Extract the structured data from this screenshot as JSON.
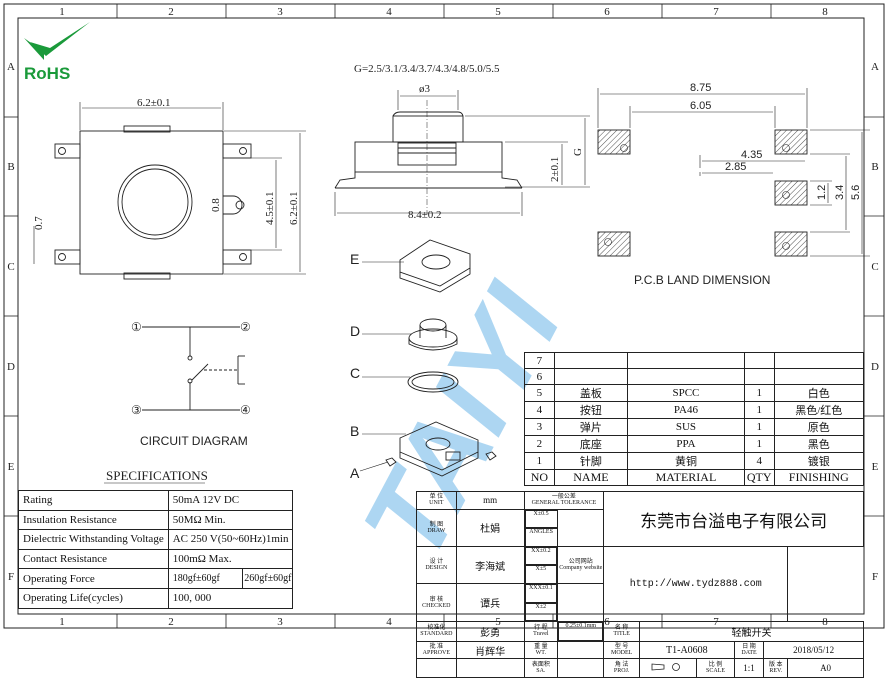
{
  "border": {
    "columns": [
      "1",
      "2",
      "3",
      "4",
      "5",
      "6",
      "7",
      "8"
    ],
    "rows": [
      "A",
      "B",
      "C",
      "D",
      "E",
      "F"
    ]
  },
  "logo": {
    "text": "RoHS",
    "color": "#1a9a3a"
  },
  "watermark": {
    "text": "TAIYI"
  },
  "colors": {
    "line": "#222222",
    "watermark": "#6ab4e8",
    "rohs": "#1a9a3a"
  },
  "top_view": {
    "width_dim": "6.2±0.1",
    "height_dim": "6.2±0.1",
    "pitch_dim": "4.5±0.1",
    "small_dim": "0.8",
    "left_dim": "0.7"
  },
  "side_view": {
    "g_series": "G=2.5/3.1/3.4/3.7/4.3/4.8/5.0/5.5",
    "dia": "ø3",
    "height_dim": "2±0.1",
    "g_label": "G",
    "base_dim": "8.4±0.2"
  },
  "pcb": {
    "title": "P.C.B LAND DIMENSION",
    "dims": [
      "8.75",
      "6.05",
      "4.35",
      "2.85",
      "1.2",
      "3.4",
      "5.6"
    ]
  },
  "circuit": {
    "title": "CIRCUIT DIAGRAM",
    "pins": [
      "①",
      "②",
      "③",
      "④"
    ]
  },
  "exploded": {
    "labels": [
      "E",
      "D",
      "C",
      "B",
      "A"
    ]
  },
  "specifications": {
    "title": "SPECIFICATIONS",
    "rows": [
      {
        "name": "Rating",
        "value": "50mA 12V DC",
        "value2": ""
      },
      {
        "name": "Insulation Resistance",
        "value": "50MΩ Min.",
        "value2": ""
      },
      {
        "name": "Dielectric Withstanding Voltage",
        "value": "AC 250 V(50~60Hz)1min",
        "value2": ""
      },
      {
        "name": "Contact Resistance",
        "value": "100mΩ Max.",
        "value2": ""
      },
      {
        "name": "Operating Force",
        "value": "180gf±60gf",
        "value2": "260gf±60gf"
      },
      {
        "name": "Operating Life(cycles)",
        "value": "100, 000",
        "value2": ""
      }
    ]
  },
  "bom": {
    "header": [
      "NO",
      "NAME",
      "MATERIAL",
      "QTY",
      "FINISHING"
    ],
    "rows": [
      {
        "no": "7",
        "name": "",
        "material": "",
        "qty": "",
        "finish": ""
      },
      {
        "no": "6",
        "name": "",
        "material": "",
        "qty": "",
        "finish": ""
      },
      {
        "no": "5",
        "name": "盖板",
        "material": "SPCC",
        "qty": "1",
        "finish": "白色"
      },
      {
        "no": "4",
        "name": "按钮",
        "material": "PA46",
        "qty": "1",
        "finish": "黑色/红色"
      },
      {
        "no": "3",
        "name": "弹片",
        "material": "SUS",
        "qty": "1",
        "finish": "原色"
      },
      {
        "no": "2",
        "name": "底座",
        "material": "PPA",
        "qty": "1",
        "finish": "黑色"
      },
      {
        "no": "1",
        "name": "针脚",
        "material": "黄铜",
        "qty": "4",
        "finish": "镀银"
      }
    ]
  },
  "title_block": {
    "unit_cn": "单 位",
    "unit_en": "UNIT",
    "unit_val": "mm",
    "draw_cn": "制 图",
    "draw_en": "DRAW",
    "draw_val": "杜娟",
    "design_cn": "设 计",
    "design_en": "DESIGN",
    "design_val": "李海斌",
    "checked_cn": "审 核",
    "checked_en": "CHECKED",
    "checked_val": "谭兵",
    "standard_cn": "校准化",
    "standard_en": "STANDARD",
    "standard_val": "彭勇",
    "approve_cn": "批 准",
    "approve_en": "APPROVE",
    "approve_val": "肖辉华",
    "tol_cn": "一般公差",
    "tol_en": "GENERAL TOLERANCE",
    "tol_rows": [
      {
        "a": "X±0.5",
        "b": "ANGLES"
      },
      {
        "a": "XX±0.2",
        "b": "X±5"
      },
      {
        "a": "XXX±0.1",
        "b": "X±2"
      }
    ],
    "travel_cn": "行 程",
    "travel_en": "Travel",
    "travel_val": "0.25±0.1mm",
    "weight_cn": "重 量",
    "weight_en": "WT.",
    "surface_cn": "表面积",
    "surface_en": "SA.",
    "company": "东莞市台溢电子有限公司",
    "website_cn": "公司网站",
    "website_en": "Company website",
    "website": "http://www.tydz888.com",
    "title_cn": "名 称",
    "title_en": "TITLE",
    "title_val": "轻触开关",
    "model_cn": "型 号",
    "model_en": "MODEL",
    "model_val": "T1-A0608",
    "date_cn": "日 期",
    "date_en": "DATE",
    "date_val": "2018/05/12",
    "proj_cn": "角 法",
    "proj_en": "PROJ.",
    "scale_cn": "比 例",
    "scale_en": "SCALE",
    "scale_val": "1:1",
    "rev_cn": "版 本",
    "rev_en": "REV.",
    "rev_val": "A0"
  }
}
